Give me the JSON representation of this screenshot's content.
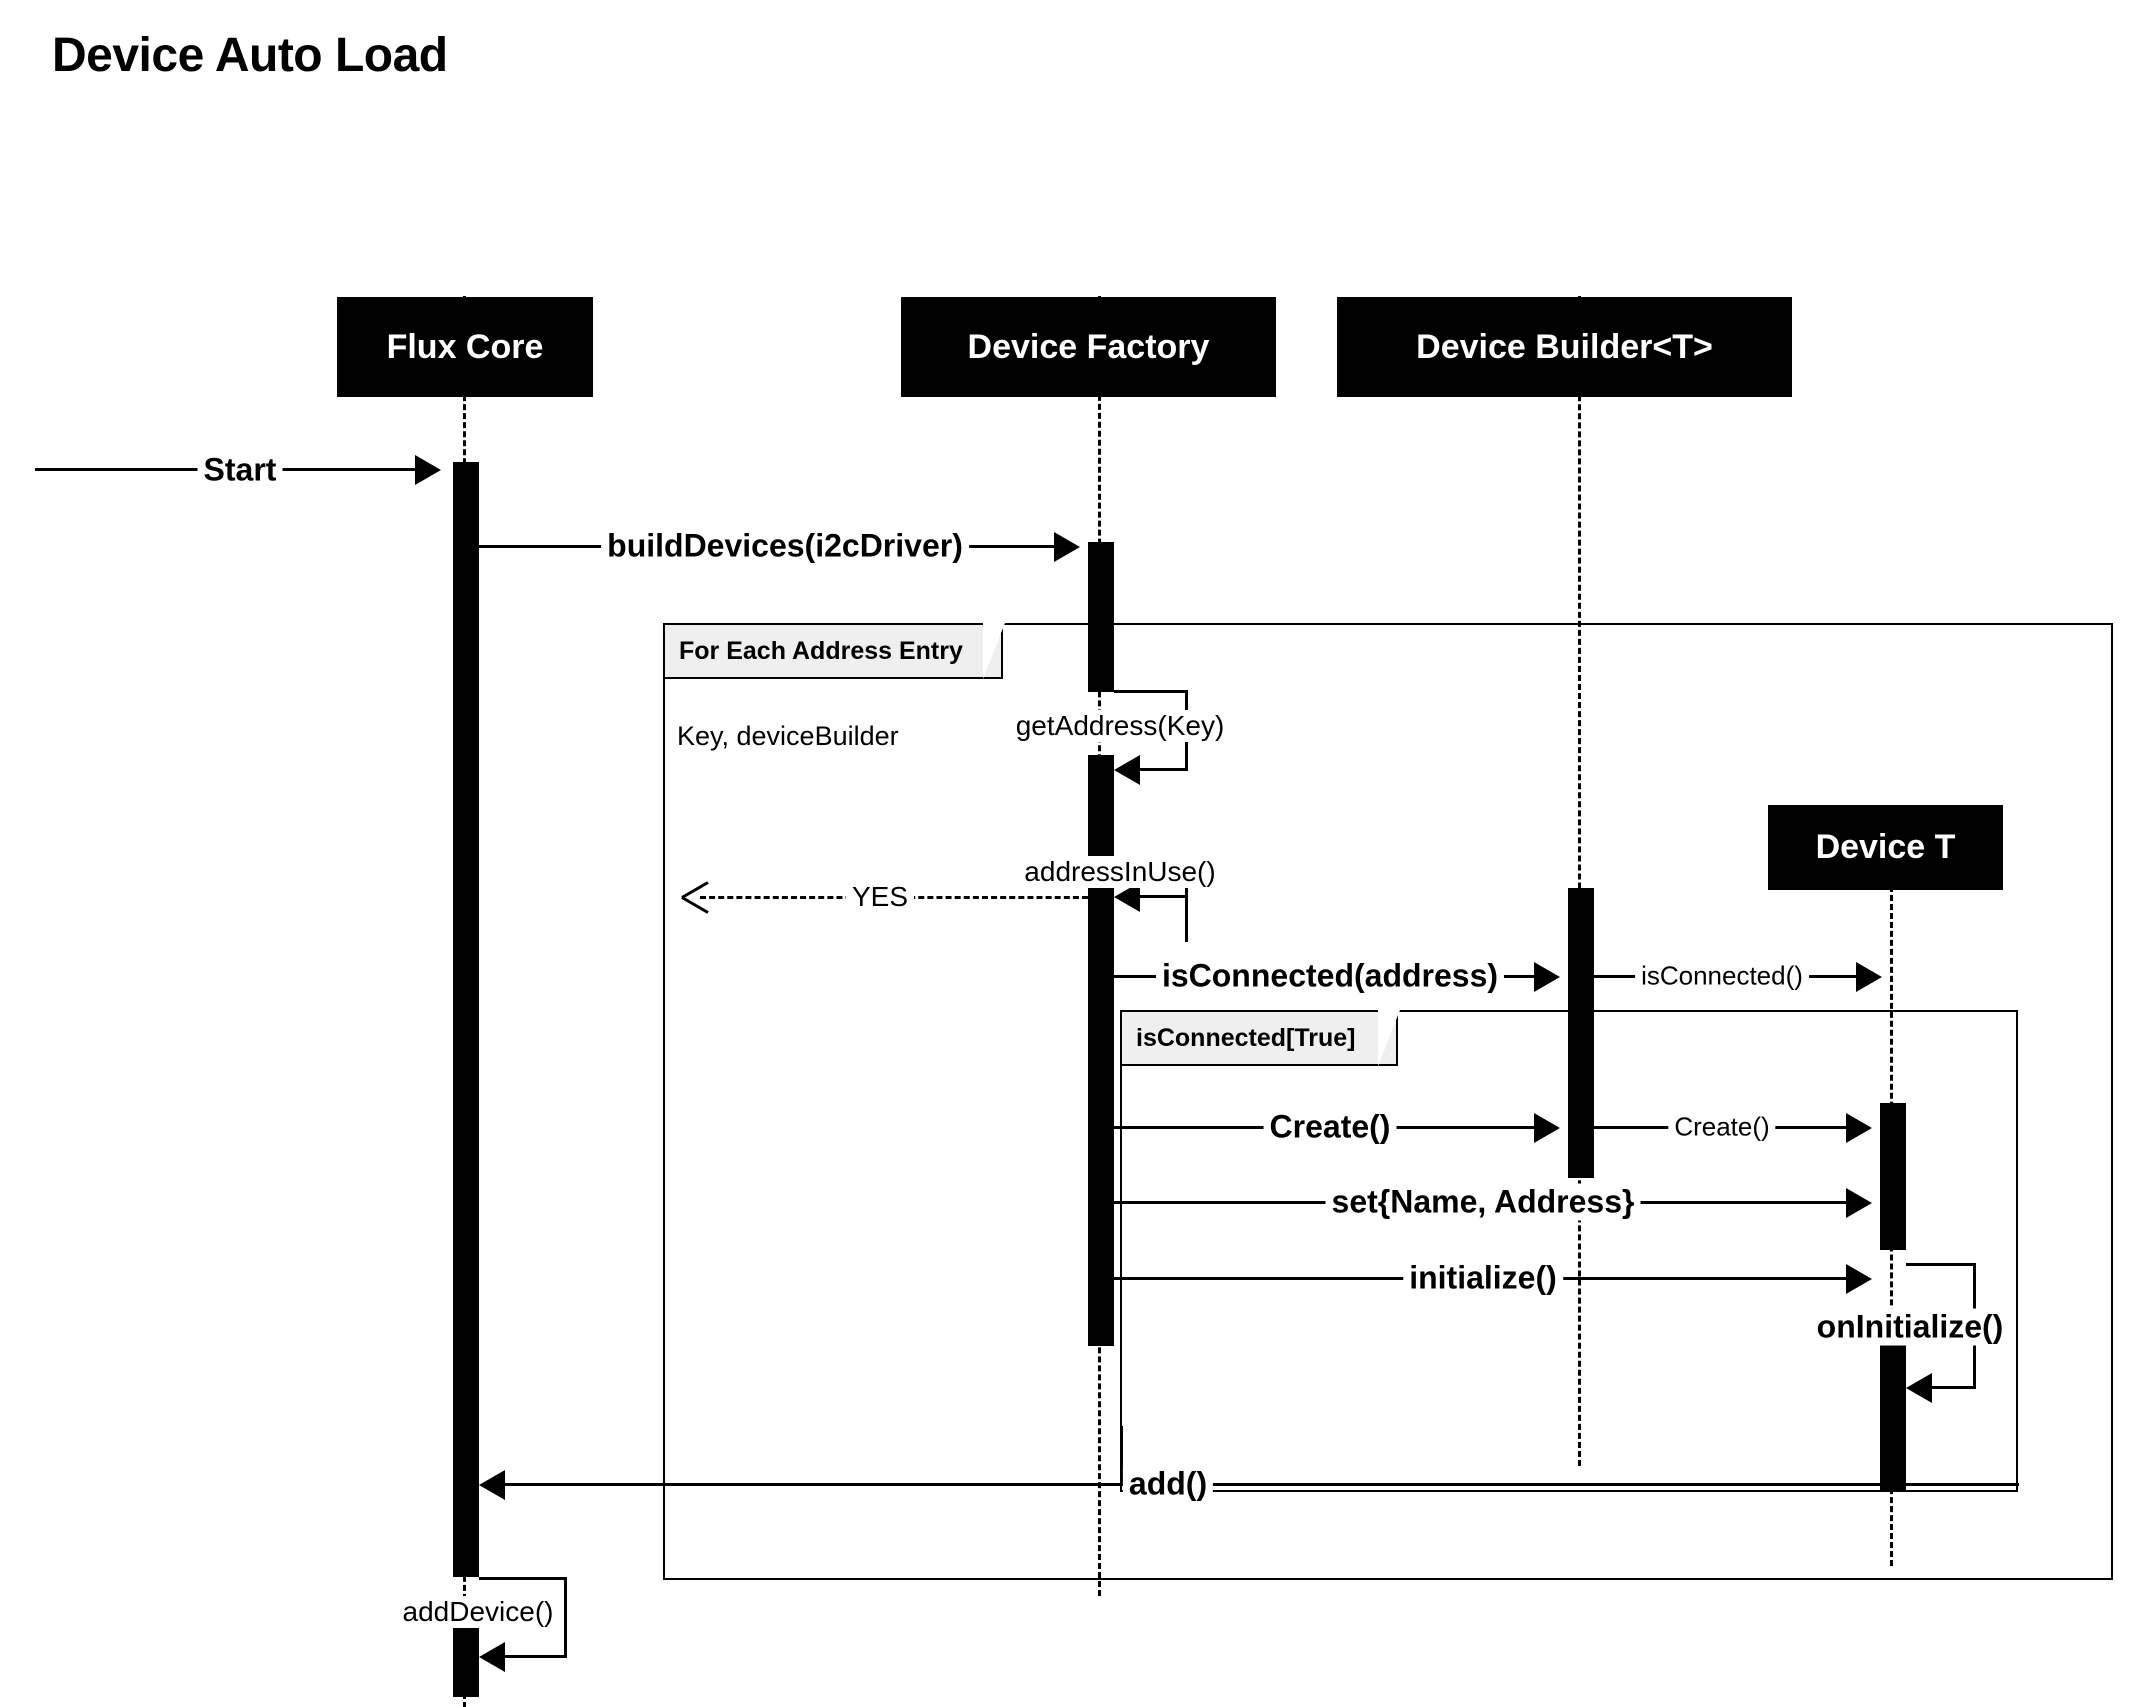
{
  "diagram": {
    "title": "Device Auto Load",
    "type": "uml-sequence-diagram"
  },
  "participants": [
    {
      "id": "flux-core",
      "label": "Flux Core"
    },
    {
      "id": "device-factory",
      "label": "Device Factory"
    },
    {
      "id": "device-builder",
      "label": "Device Builder<T>"
    },
    {
      "id": "device-t",
      "label": "Device T"
    }
  ],
  "fragments": [
    {
      "id": "loop-each-address",
      "label": "For Each Address Entry",
      "condition": "Key, deviceBuilder"
    },
    {
      "id": "alt-is-connected",
      "label": "isConnected[True]",
      "condition": ""
    }
  ],
  "messages": [
    {
      "id": "start",
      "label": "Start",
      "from": "external",
      "to": "flux-core",
      "style": "solid",
      "weight": "bold"
    },
    {
      "id": "build-devices",
      "label": "buildDevices(i2cDriver)",
      "from": "flux-core",
      "to": "device-factory",
      "style": "solid",
      "weight": "bold"
    },
    {
      "id": "get-address",
      "label": "getAddress(Key)",
      "from": "device-factory",
      "to": "device-factory",
      "style": "solid",
      "weight": "normal"
    },
    {
      "id": "address-in-use",
      "label": "addressInUse()",
      "from": "device-factory",
      "to": "device-factory",
      "style": "solid",
      "weight": "normal"
    },
    {
      "id": "yes-return",
      "label": "YES",
      "from": "device-factory",
      "to": "external",
      "style": "dashed",
      "weight": "normal"
    },
    {
      "id": "is-connected-address",
      "label": "isConnected(address)",
      "from": "device-factory",
      "to": "device-builder",
      "style": "solid",
      "weight": "bold"
    },
    {
      "id": "is-connected",
      "label": "isConnected()",
      "from": "device-builder",
      "to": "device-t",
      "style": "solid",
      "weight": "normal"
    },
    {
      "id": "create-builder",
      "label": "Create()",
      "from": "device-factory",
      "to": "device-builder",
      "style": "solid",
      "weight": "bold"
    },
    {
      "id": "create-device",
      "label": "Create()",
      "from": "device-builder",
      "to": "device-t",
      "style": "solid",
      "weight": "normal"
    },
    {
      "id": "set-name-address",
      "label": "set{Name, Address}",
      "from": "device-factory",
      "to": "device-t",
      "style": "solid",
      "weight": "bold"
    },
    {
      "id": "initialize",
      "label": "initialize()",
      "from": "device-factory",
      "to": "device-t",
      "style": "solid",
      "weight": "bold"
    },
    {
      "id": "on-initialize",
      "label": "onInitialize()",
      "from": "device-t",
      "to": "device-t",
      "style": "solid",
      "weight": "bold"
    },
    {
      "id": "add",
      "label": "add()",
      "from": "device-t",
      "to": "flux-core",
      "style": "solid",
      "weight": "bold"
    },
    {
      "id": "add-device",
      "label": "addDevice()",
      "from": "flux-core",
      "to": "flux-core",
      "style": "solid",
      "weight": "normal"
    }
  ],
  "colors": {
    "background": "#ffffff",
    "ink": "#000000",
    "participant_box_fill": "#000000",
    "participant_box_text": "#ffffff",
    "fragment_label_fill": "#efefef"
  }
}
